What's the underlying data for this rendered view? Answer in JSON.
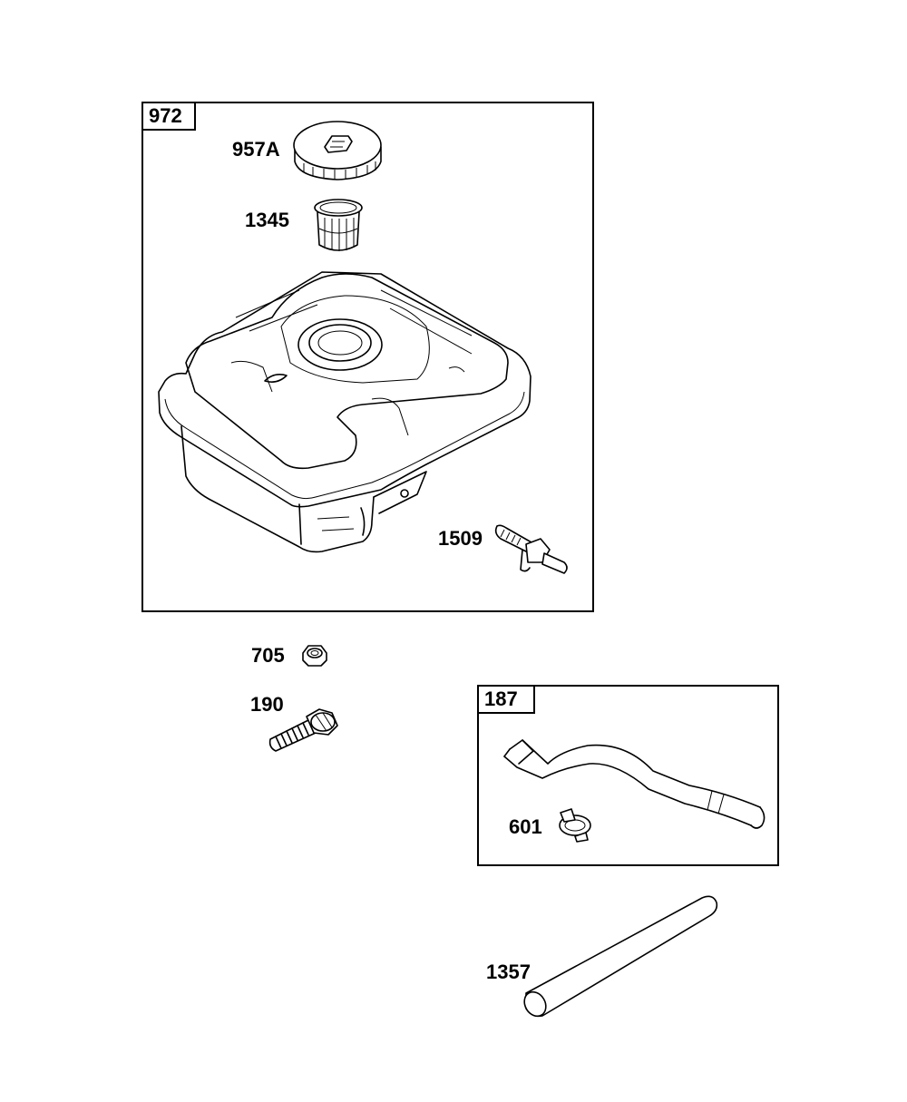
{
  "kits": {
    "fuel_tank_kit": {
      "number": "972"
    },
    "fuel_line_kit": {
      "number": "187"
    }
  },
  "callouts": {
    "fuel_cap": "957A",
    "fuel_strainer": "1345",
    "shutoff_valve": "1509",
    "nut": "705",
    "screw": "190",
    "hose_clamp": "601",
    "fuel_line": "1357"
  },
  "colors": {
    "line": "#000000",
    "background": "#ffffff"
  }
}
